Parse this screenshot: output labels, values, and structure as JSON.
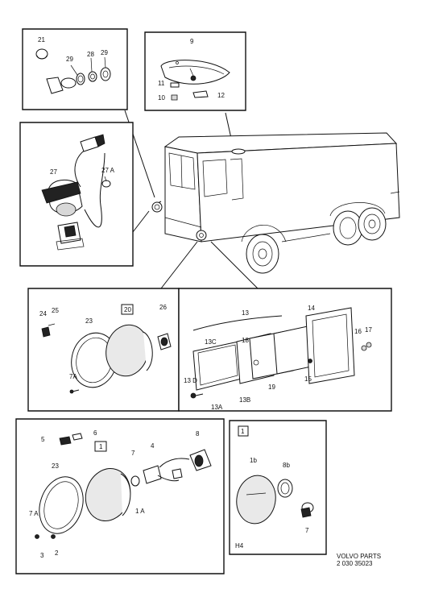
{
  "parts": {
    "p21": "21",
    "p29a": "29",
    "p28": "28",
    "p29b": "29",
    "p9": "9",
    "p11": "11",
    "p10": "10",
    "p12": "12",
    "p27": "27",
    "p27A": "27 A",
    "p24": "24",
    "p25": "25",
    "p23a": "23",
    "p20": "20",
    "p26": "26",
    "p7Aa": "7A",
    "p13": "13",
    "p14": "14",
    "p13C": "13C",
    "p18": "18",
    "p16": "16",
    "p17": "17",
    "p13D": "13 D",
    "p19": "19",
    "p15": "15",
    "p13A": "13A",
    "p13B": "13B",
    "p5": "5",
    "p6": "6",
    "p8a": "8",
    "p1a": "1",
    "p7a": "7",
    "p4": "4",
    "p23b": "23",
    "p1A": "1 A",
    "p7Ab": "7 A",
    "p3": "3",
    "p2": "2",
    "p1b": "1",
    "p1bb": "1b",
    "p8b": "8b",
    "p7b": "7",
    "pH4": "H4"
  },
  "footer": {
    "brand": "VOLVO PARTS",
    "code": "2 030 35023"
  }
}
